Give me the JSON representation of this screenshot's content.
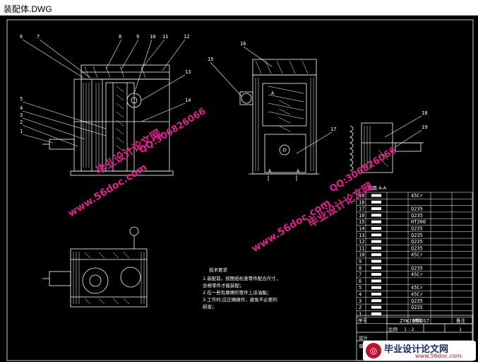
{
  "window": {
    "title": "装配体.DWG"
  },
  "drawing": {
    "part_numbers": [
      "1",
      "2",
      "3",
      "4",
      "5",
      "6",
      "7",
      "8",
      "9",
      "10",
      "11",
      "12",
      "13",
      "14",
      "15",
      "16",
      "17",
      "18",
      "19"
    ],
    "section_label": "剖面 A-A",
    "view_marks": {
      "a_left": "A",
      "a_right": "A",
      "a_top": "A"
    },
    "tech_req": {
      "heading": "技术要求",
      "lines": [
        "1.装配前，按图纸检查零件配合尺寸，",
        "合格零件才能装配；",
        "2.在一些有摩擦的零件上涂油脂；",
        "3.工作时,应正确操作，避免不必要的",
        "损害；"
      ]
    },
    "bom": {
      "rows": [
        {
          "no": "19",
          "mat": "45Cr"
        },
        {
          "no": "18",
          "mat": ""
        },
        {
          "no": "17",
          "mat": "Q235"
        },
        {
          "no": "16",
          "mat": "Q235"
        },
        {
          "no": "15",
          "mat": "HT200"
        },
        {
          "no": "14",
          "mat": "Q235"
        },
        {
          "no": "13",
          "mat": "Q235"
        },
        {
          "no": "12",
          "mat": "Q235"
        },
        {
          "no": "11",
          "mat": "Q235"
        },
        {
          "no": "10",
          "mat": "45Cr"
        },
        {
          "no": "9",
          "mat": ""
        },
        {
          "no": "8",
          "mat": "Q235"
        },
        {
          "no": "7",
          "mat": "45Cr"
        },
        {
          "no": "6",
          "mat": ""
        },
        {
          "no": "5",
          "mat": "45Cr"
        },
        {
          "no": "4",
          "mat": "45Cr"
        },
        {
          "no": "3",
          "mat": "Q235"
        },
        {
          "no": "2",
          "mat": "Q235"
        },
        {
          "no": "1",
          "mat": ""
        }
      ],
      "header": {
        "seq": "序号",
        "material": "材料",
        "remark": "备注"
      },
      "code": "ZYWJSMJDS7",
      "scale_label": "比例",
      "scale_value": "1 : 2",
      "sheet": "1",
      "designer": "设计",
      "checker": "审核"
    }
  },
  "watermarks": {
    "site": "www.56doc.com",
    "qq": "QQ:306826066",
    "name": "毕业设计论文网",
    "logo_text": "毕业设计论文网",
    "logo_url": "www.56doc.com"
  },
  "colors": {
    "canvas": "#000000",
    "line": "#ffffff",
    "leader": "#ffffff",
    "watermark": "#e0218a",
    "logo_bg": "#ffffff"
  }
}
